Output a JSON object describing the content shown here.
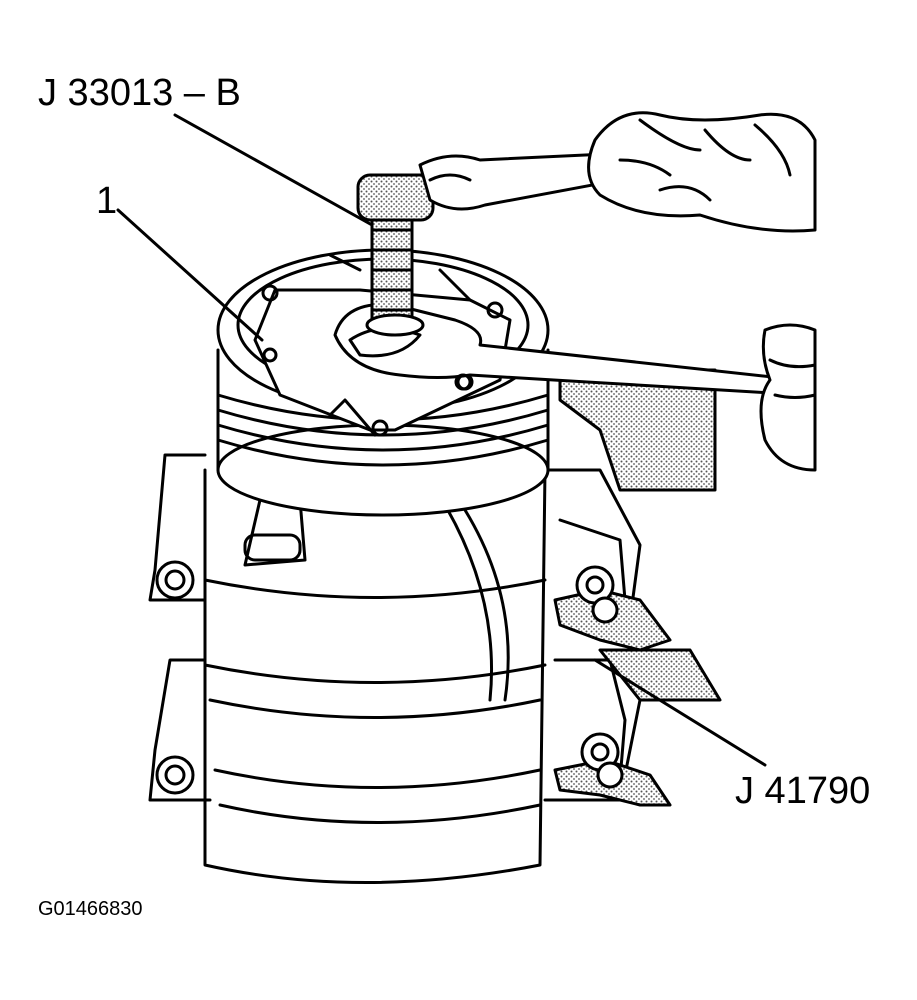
{
  "labels": {
    "tool_top": "J 33013 – B",
    "part_number": "1",
    "tool_bottom": "J 41790",
    "figure_code": "G01466830"
  },
  "colors": {
    "ink": "#000000",
    "paper": "#ffffff",
    "stipple": "#8a8a8a"
  }
}
